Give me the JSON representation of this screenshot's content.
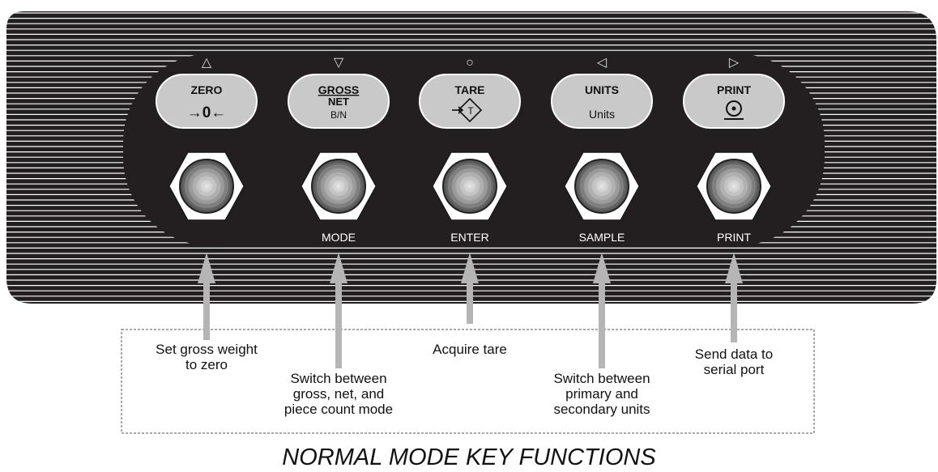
{
  "panel": {
    "keys": [
      {
        "id": "zero",
        "nav_icon": "up-triangle-icon",
        "nav_glyph": "△",
        "label_top": "ZERO",
        "label_mid": "",
        "label_bot": "",
        "symbol_icon": "zero-symbol-icon",
        "symbol": "→0←",
        "below_label": ""
      },
      {
        "id": "gross",
        "nav_icon": "down-triangle-icon",
        "nav_glyph": "▽",
        "label_top": "GROSS",
        "label_mid": "NET",
        "label_bot": "B/N",
        "symbol_icon": "",
        "symbol": "",
        "below_label": "MODE"
      },
      {
        "id": "tare",
        "nav_icon": "circle-icon",
        "nav_glyph": "○",
        "label_top": "TARE",
        "label_mid": "",
        "label_bot": "",
        "symbol_icon": "tare-symbol-icon",
        "symbol": "T",
        "below_label": "ENTER"
      },
      {
        "id": "units",
        "nav_icon": "left-triangle-icon",
        "nav_glyph": "◁",
        "label_top": "UNITS",
        "label_mid": "Units",
        "label_bot": "",
        "symbol_icon": "",
        "symbol": "",
        "below_label": "SAMPLE"
      },
      {
        "id": "print",
        "nav_icon": "right-triangle-icon",
        "nav_glyph": "▷",
        "label_top": "PRINT",
        "label_mid": "",
        "label_bot": "",
        "symbol_icon": "print-symbol-icon",
        "symbol": "",
        "below_label": "PRINT"
      }
    ]
  },
  "callouts": [
    {
      "id": "zero",
      "lines": [
        "Set gross weight",
        "to zero"
      ]
    },
    {
      "id": "mode",
      "lines": [
        "Switch between",
        "gross, net, and",
        "piece count mode"
      ]
    },
    {
      "id": "tare",
      "lines": [
        "Acquire tare"
      ]
    },
    {
      "id": "units",
      "lines": [
        "Switch between",
        "primary and",
        "secondary units"
      ]
    },
    {
      "id": "print",
      "lines": [
        "Send data to",
        "serial port"
      ]
    }
  ],
  "caption": "NORMAL MODE KEY FUNCTIONS",
  "colors": {
    "panel": "#231f20",
    "stripe": "#ffffff",
    "key_cap": "#c9c9c9",
    "arrow": "#b5b5b5",
    "text_on_panel": "#ffffff",
    "text": "#111111"
  }
}
